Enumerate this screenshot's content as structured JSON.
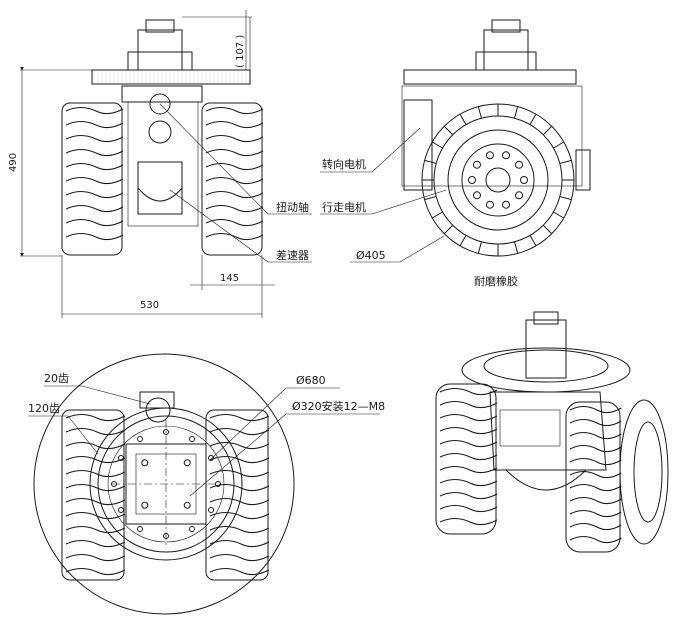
{
  "front_view": {
    "dim_total_height": "490",
    "dim_top_offset": "( 107 )",
    "dim_total_width": "530",
    "dim_wheel_width": "145",
    "label_torsion_shaft": "扭动轴",
    "label_differential": "差速器"
  },
  "side_view": {
    "label_steering_motor": "转向电机",
    "label_drive_motor": "行走电机",
    "label_diameter": "Ø405",
    "label_rubber": "耐磨橡胶"
  },
  "top_view": {
    "label_gear_20": "20齿",
    "label_gear_120": "120齿",
    "label_dia_680": "Ø680",
    "label_dia_320": "Ø320安装12—M8"
  },
  "iso_view": {}
}
